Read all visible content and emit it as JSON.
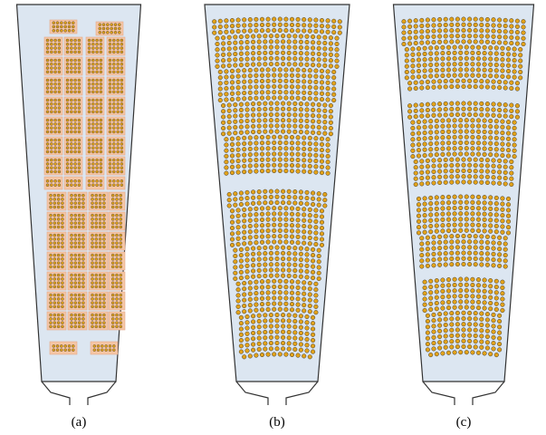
{
  "figure": {
    "panels": [
      {
        "id": "a",
        "label": "(a)",
        "layout": "modules",
        "colors": {
          "plate": "#dce6f1",
          "outline": "#333333",
          "module": "#f5c6a5",
          "cell": "#e2a21a",
          "cell_ring": "#2a2a2a"
        }
      },
      {
        "id": "b",
        "label": "(b)",
        "layout": "two-blocks",
        "colors": {
          "plate": "#dce6f1",
          "outline": "#333333",
          "cell": "#e2a21a",
          "cell_ring": "#2a2a2a"
        }
      },
      {
        "id": "c",
        "label": "(c)",
        "layout": "four-blocks",
        "colors": {
          "plate": "#dce6f1",
          "outline": "#333333",
          "cell": "#e2a21a",
          "cell_ring": "#2a2a2a"
        }
      }
    ]
  }
}
